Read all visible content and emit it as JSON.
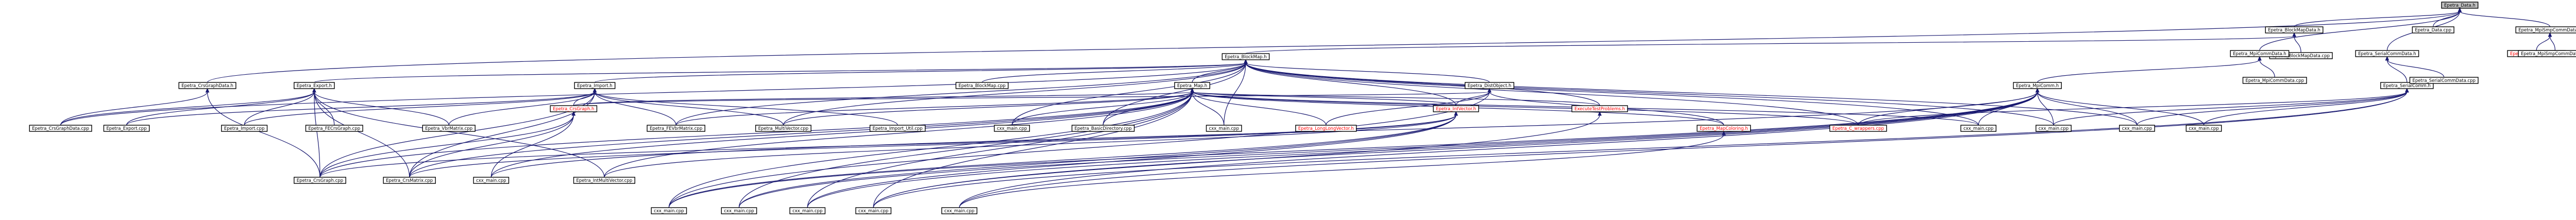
{
  "graph": {
    "edge_color": "#191970",
    "node_fill": "#ffffff",
    "root_fill": "#bfbfbf",
    "border_colors": {
      "normal": "#000000",
      "incomplete": "#ff0000"
    },
    "text_colors": {
      "normal": "#000000",
      "incomplete": "#ff0000"
    },
    "nodes": [
      {
        "id": "data_h",
        "label": "Epetra_Data.h",
        "root": true
      },
      {
        "id": "blockmapdata_h",
        "label": "Epetra_BlockMapData.h"
      },
      {
        "id": "data_cpp",
        "label": "Epetra_Data.cpp"
      },
      {
        "id": "mpismpcommdata_h",
        "label": "Epetra_MpiSmpCommData.h"
      },
      {
        "id": "blockmap_h",
        "label": "Epetra_BlockMap.h"
      },
      {
        "id": "blockmapdata_cpp",
        "label": "Epetra_BlockMapData.cpp"
      },
      {
        "id": "mpicommdata_h",
        "label": "Epetra_MpiCommData.h"
      },
      {
        "id": "serialcommdata_h",
        "label": "Epetra_SerialCommData.h"
      },
      {
        "id": "mpismpcomm_h",
        "label": "Epetra_MpiSmpComm.h",
        "incomplete": true
      },
      {
        "id": "mpismpcommdata_cpp",
        "label": "Epetra_MpiSmpCommData.cpp"
      },
      {
        "id": "crsgraphdata_h",
        "label": "Epetra_CrsGraphData.h"
      },
      {
        "id": "export_h",
        "label": "Epetra_Export.h"
      },
      {
        "id": "import_h",
        "label": "Epetra_Import.h"
      },
      {
        "id": "blockmap_cpp",
        "label": "Epetra_BlockMap.cpp"
      },
      {
        "id": "map_h",
        "label": "Epetra_Map.h"
      },
      {
        "id": "distobject_h",
        "label": "Epetra_DistObject.h"
      },
      {
        "id": "mpicomm_h",
        "label": "Epetra_MpiComm.h"
      },
      {
        "id": "mpicommdata_cpp",
        "label": "Epetra_MpiCommData.cpp"
      },
      {
        "id": "serialcomm_h",
        "label": "Epetra_SerialComm.h"
      },
      {
        "id": "serialcommdata_cpp",
        "label": "Epetra_SerialCommData.cpp"
      },
      {
        "id": "crsgraphdata_cpp",
        "label": "Epetra_CrsGraphData.cpp"
      },
      {
        "id": "export_cpp",
        "label": "Epetra_Export.cpp"
      },
      {
        "id": "import_cpp",
        "label": "Epetra_Import.cpp"
      },
      {
        "id": "fecrsgraph_cpp",
        "label": "Epetra_FECrsGraph.cpp"
      },
      {
        "id": "vbrmatrix_cpp",
        "label": "Epetra_VbrMatrix.cpp"
      },
      {
        "id": "crsgraph_h",
        "label": "Epetra_CrsGraph.h",
        "incomplete": true
      },
      {
        "id": "fevbrmatrix_cpp",
        "label": "Epetra_FEVbrMatrix.cpp"
      },
      {
        "id": "multivector_cpp",
        "label": "Epetra_MultiVector.cpp"
      },
      {
        "id": "import_util_cpp",
        "label": "Epetra_Import_Util.cpp"
      },
      {
        "id": "cxx_main_a",
        "label": "cxx_main.cpp"
      },
      {
        "id": "basicdirectory_cpp",
        "label": "Epetra_BasicDirectory.cpp"
      },
      {
        "id": "cxx_main_b",
        "label": "cxx_main.cpp"
      },
      {
        "id": "longlongvector_h",
        "label": "Epetra_LongLongVector.h",
        "incomplete": true
      },
      {
        "id": "intvector_h",
        "label": "Epetra_IntVector.h",
        "incomplete": true
      },
      {
        "id": "executetestproblems_h",
        "label": "ExecuteTestProblems.h",
        "incomplete": true
      },
      {
        "id": "mapcoloring_h",
        "label": "Epetra_MapColoring.h",
        "incomplete": true
      },
      {
        "id": "c_wrappers_cpp",
        "label": "Epetra_C_wrappers.cpp",
        "incomplete": true
      },
      {
        "id": "cxx_main_c",
        "label": "cxx_main.cpp"
      },
      {
        "id": "cxx_main_d",
        "label": "cxx_main.cpp"
      },
      {
        "id": "cxx_main_e",
        "label": "cxx_main.cpp"
      },
      {
        "id": "cxx_main_f",
        "label": "cxx_main.cpp"
      },
      {
        "id": "crsgraph_cpp",
        "label": "Epetra_CrsGraph.cpp"
      },
      {
        "id": "crsmatrix_cpp",
        "label": "Epetra_CrsMatrix.cpp"
      },
      {
        "id": "cxx_main_g",
        "label": "cxx_main.cpp"
      },
      {
        "id": "intmultivector_cpp",
        "label": "Epetra_IntMultiVector.cpp"
      },
      {
        "id": "cxx_main_h",
        "label": "cxx_main.cpp"
      },
      {
        "id": "cxx_main_i",
        "label": "cxx_main.cpp"
      },
      {
        "id": "cxx_main_j",
        "label": "cxx_main.cpp"
      },
      {
        "id": "cxx_main_k",
        "label": "cxx_main.cpp"
      },
      {
        "id": "cxx_main_l",
        "label": "cxx_main.cpp"
      }
    ],
    "edges": [
      [
        "data_h",
        "blockmapdata_h"
      ],
      [
        "data_h",
        "data_cpp"
      ],
      [
        "data_h",
        "mpismpcommdata_h"
      ],
      [
        "data_h",
        "mpicommdata_h"
      ],
      [
        "data_h",
        "serialcommdata_h"
      ],
      [
        "data_h",
        "crsgraphdata_h"
      ],
      [
        "blockmapdata_h",
        "blockmap_h"
      ],
      [
        "blockmapdata_h",
        "blockmapdata_cpp"
      ],
      [
        "mpismpcommdata_h",
        "mpismpcomm_h"
      ],
      [
        "mpismpcommdata_h",
        "mpismpcommdata_cpp"
      ],
      [
        "mpicommdata_h",
        "mpicomm_h"
      ],
      [
        "mpicommdata_h",
        "mpicommdata_cpp"
      ],
      [
        "serialcommdata_h",
        "serialcomm_h"
      ],
      [
        "serialcommdata_h",
        "serialcommdata_cpp"
      ],
      [
        "crsgraphdata_h",
        "crsgraphdata_cpp"
      ],
      [
        "crsgraphdata_h",
        "crsgraph_cpp"
      ],
      [
        "blockmap_h",
        "export_h"
      ],
      [
        "blockmap_h",
        "import_h"
      ],
      [
        "blockmap_h",
        "blockmap_cpp"
      ],
      [
        "blockmap_h",
        "map_h"
      ],
      [
        "blockmap_h",
        "distobject_h"
      ],
      [
        "blockmap_h",
        "crsgraphdata_cpp"
      ],
      [
        "blockmap_h",
        "fevbrmatrix_cpp"
      ],
      [
        "blockmap_h",
        "multivector_cpp"
      ],
      [
        "blockmap_h",
        "cxx_main_a"
      ],
      [
        "blockmap_h",
        "basicdirectory_cpp"
      ],
      [
        "blockmap_h",
        "cxx_main_b"
      ],
      [
        "blockmap_h",
        "intvector_h"
      ],
      [
        "blockmap_h",
        "executetestproblems_h"
      ],
      [
        "blockmap_h",
        "c_wrappers_cpp"
      ],
      [
        "blockmap_h",
        "cxx_main_c"
      ],
      [
        "blockmap_h",
        "cxx_main_d"
      ],
      [
        "blockmap_h",
        "cxx_main_e"
      ],
      [
        "export_h",
        "crsgraphdata_cpp"
      ],
      [
        "export_h",
        "export_cpp"
      ],
      [
        "export_h",
        "import_cpp"
      ],
      [
        "export_h",
        "fecrsgraph_cpp"
      ],
      [
        "export_h",
        "vbrmatrix_cpp"
      ],
      [
        "export_h",
        "crsgraph_cpp"
      ],
      [
        "export_h",
        "crsmatrix_cpp"
      ],
      [
        "export_h",
        "intmultivector_cpp"
      ],
      [
        "import_h",
        "export_cpp"
      ],
      [
        "import_h",
        "import_cpp"
      ],
      [
        "import_h",
        "vbrmatrix_cpp"
      ],
      [
        "import_h",
        "crsgraph_h"
      ],
      [
        "import_h",
        "fevbrmatrix_cpp"
      ],
      [
        "import_h",
        "multivector_cpp"
      ],
      [
        "import_h",
        "import_util_cpp"
      ],
      [
        "import_h",
        "crsgraph_cpp"
      ],
      [
        "import_h",
        "crsmatrix_cpp"
      ],
      [
        "map_h",
        "crsgraph_h"
      ],
      [
        "map_h",
        "fevbrmatrix_cpp"
      ],
      [
        "map_h",
        "multivector_cpp"
      ],
      [
        "map_h",
        "cxx_main_a"
      ],
      [
        "map_h",
        "basicdirectory_cpp"
      ],
      [
        "map_h",
        "cxx_main_b"
      ],
      [
        "map_h",
        "longlongvector_h"
      ],
      [
        "map_h",
        "intvector_h"
      ],
      [
        "map_h",
        "executetestproblems_h"
      ],
      [
        "map_h",
        "mapcoloring_h"
      ],
      [
        "map_h",
        "c_wrappers_cpp"
      ],
      [
        "map_h",
        "cxx_main_c"
      ],
      [
        "map_h",
        "crsgraph_cpp"
      ],
      [
        "map_h",
        "crsmatrix_cpp"
      ],
      [
        "map_h",
        "cxx_main_g"
      ],
      [
        "map_h",
        "intmultivector_cpp"
      ],
      [
        "map_h",
        "cxx_main_h"
      ],
      [
        "map_h",
        "cxx_main_i"
      ],
      [
        "map_h",
        "cxx_main_j"
      ],
      [
        "map_h",
        "cxx_main_k"
      ],
      [
        "distobject_h",
        "crsgraph_h"
      ],
      [
        "distobject_h",
        "longlongvector_h"
      ],
      [
        "distobject_h",
        "intvector_h"
      ],
      [
        "distobject_h",
        "mapcoloring_h"
      ],
      [
        "distobject_h",
        "cxx_main_h"
      ],
      [
        "crsgraph_h",
        "crsgraph_cpp"
      ],
      [
        "crsgraph_h",
        "crsmatrix_cpp"
      ],
      [
        "crsgraph_h",
        "cxx_main_g"
      ],
      [
        "intvector_h",
        "crsgraph_cpp"
      ],
      [
        "intvector_h",
        "crsmatrix_cpp"
      ],
      [
        "intvector_h",
        "intmultivector_cpp"
      ],
      [
        "intvector_h",
        "cxx_main_h"
      ],
      [
        "intvector_h",
        "cxx_main_i"
      ],
      [
        "intvector_h",
        "cxx_main_j"
      ],
      [
        "executetestproblems_h",
        "cxx_main_k"
      ],
      [
        "mapcoloring_h",
        "cxx_main_l"
      ],
      [
        "mpicomm_h",
        "c_wrappers_cpp"
      ],
      [
        "mpicomm_h",
        "cxx_main_c"
      ],
      [
        "mpicomm_h",
        "cxx_main_d"
      ],
      [
        "mpicomm_h",
        "cxx_main_e"
      ],
      [
        "mpicomm_h",
        "cxx_main_f"
      ],
      [
        "mpicomm_h",
        "cxx_main_g"
      ],
      [
        "mpicomm_h",
        "cxx_main_h"
      ],
      [
        "mpicomm_h",
        "cxx_main_i"
      ],
      [
        "mpicomm_h",
        "cxx_main_j"
      ],
      [
        "mpicomm_h",
        "cxx_main_k"
      ],
      [
        "mpicomm_h",
        "cxx_main_l"
      ],
      [
        "serialcomm_h",
        "c_wrappers_cpp"
      ],
      [
        "serialcomm_h",
        "cxx_main_d"
      ],
      [
        "serialcomm_h",
        "cxx_main_e"
      ],
      [
        "serialcomm_h",
        "cxx_main_f"
      ],
      [
        "serialcomm_h",
        "cxx_main_k"
      ],
      [
        "serialcomm_h",
        "cxx_main_l"
      ]
    ]
  }
}
